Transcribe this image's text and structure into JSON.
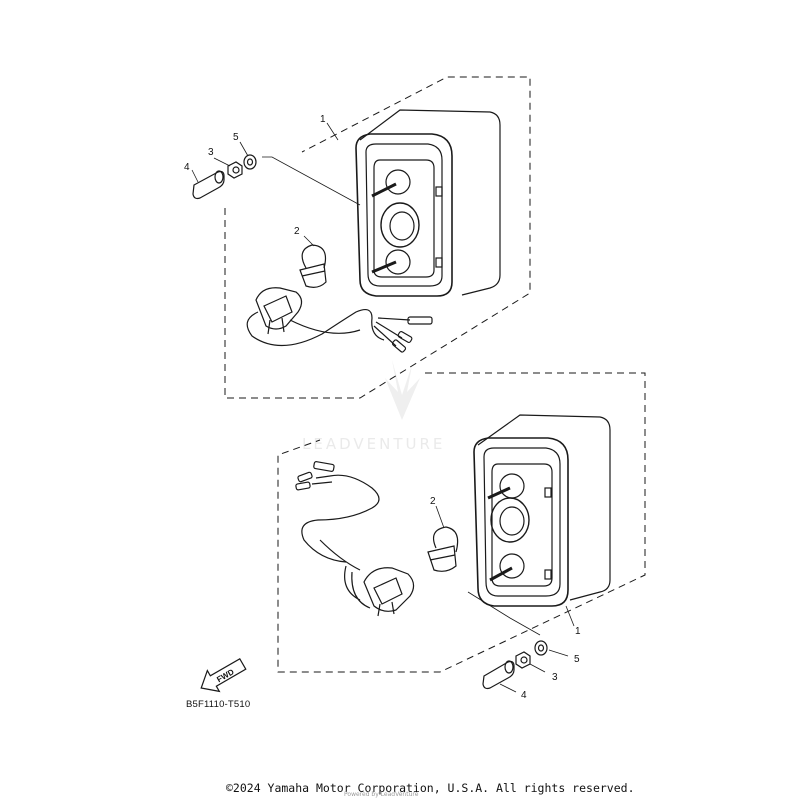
{
  "diagram": {
    "callouts": {
      "top": [
        "1",
        "2",
        "3",
        "4",
        "5"
      ],
      "bottom": [
        "1",
        "2",
        "3",
        "4",
        "5"
      ]
    },
    "fwd_label": "FWD",
    "diagram_code": "B5F1110-T510",
    "watermark": "LEADVENTURE",
    "watermark_sub": "Powered by LeadVenture",
    "copyright": "©2024 Yamaha Motor Corporation, U.S.A. All rights reserved."
  }
}
